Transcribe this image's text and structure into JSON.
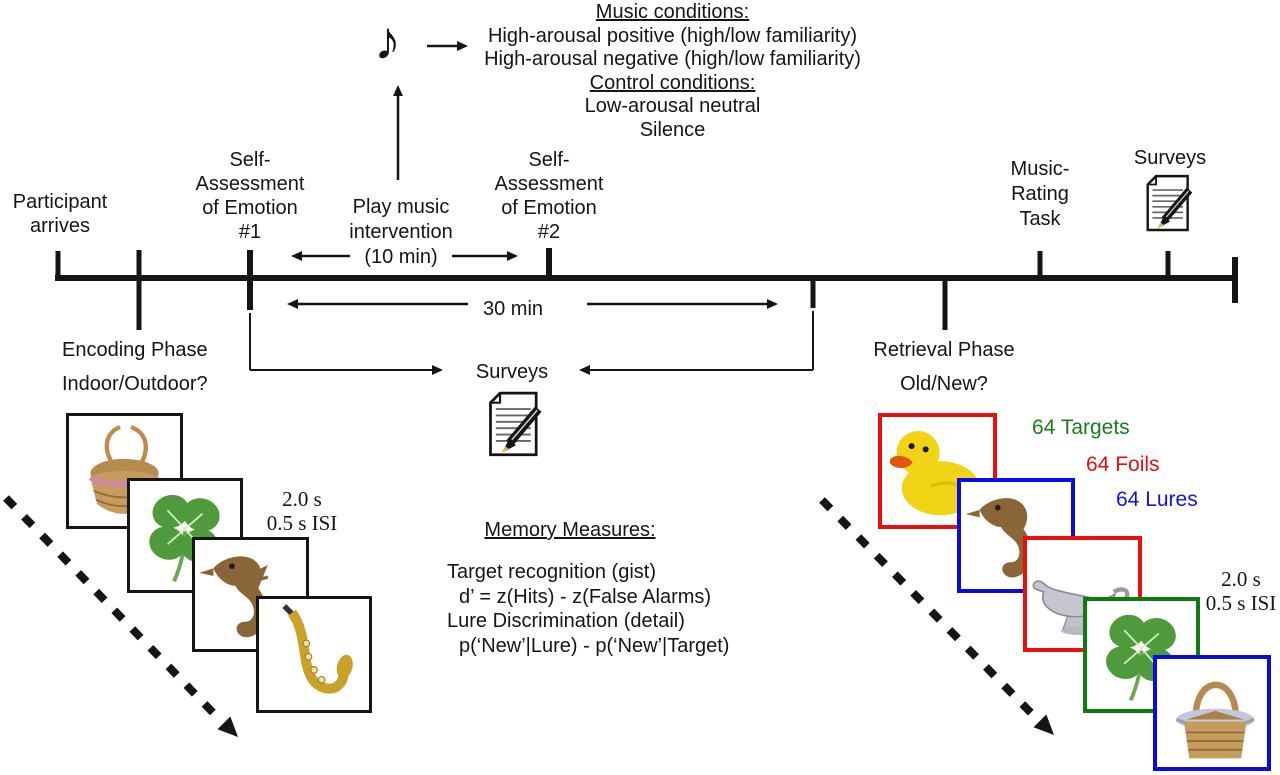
{
  "conditions": {
    "music_title": "Music conditions:",
    "music_line1": "High-arousal positive (high/low familiarity)",
    "music_line2": "High-arousal negative (high/low familiarity)",
    "control_title": "Control conditions:",
    "control_line1": "Low-arousal neutral",
    "control_line2": "Silence"
  },
  "icons": {
    "music_note": "♪"
  },
  "timeline": {
    "participant": "Participant\narrives",
    "sa1": "Self-\nAssessment\nof Emotion\n#1",
    "play_music": "Play music\nintervention\n(10 min)",
    "sa2": "Self-\nAssessment\nof Emotion\n#2",
    "duration_30": "30 min",
    "surveys_mid": "Surveys",
    "music_rating": "Music-\nRating\nTask",
    "surveys_top": "Surveys"
  },
  "encoding": {
    "title": "Encoding Phase",
    "question": "Indoor/Outdoor?",
    "timing": "2.0 s\n0.5 s ISI",
    "stimuli": [
      "basket",
      "clover",
      "seahorse",
      "saxophone"
    ]
  },
  "memory": {
    "title": "Memory Measures:",
    "line1": "Target recognition (gist)",
    "line2": "d’ = z(Hits) - z(False Alarms)",
    "line3": "Lure Discrimination (detail)",
    "line4": "p(‘New’|Lure) - p(‘New’|Target)"
  },
  "retrieval": {
    "title": "Retrieval Phase",
    "question": "Old/New?",
    "timing": "2.0 s\n0.5 s ISI",
    "legend": [
      {
        "label": "64 Targets",
        "color": "#1a7d1a"
      },
      {
        "label": "64 Foils",
        "color": "#e60f0f"
      },
      {
        "label": "64 Lures",
        "color": "#1212e6"
      }
    ],
    "images": [
      {
        "name": "duck",
        "border": "#e8100c"
      },
      {
        "name": "seahorse",
        "border": "#0b0bdf"
      },
      {
        "name": "gravy-boat",
        "border": "#e8100c"
      },
      {
        "name": "clover",
        "border": "#0c7d0c"
      },
      {
        "name": "basket",
        "border": "#0b0bdf"
      }
    ]
  }
}
